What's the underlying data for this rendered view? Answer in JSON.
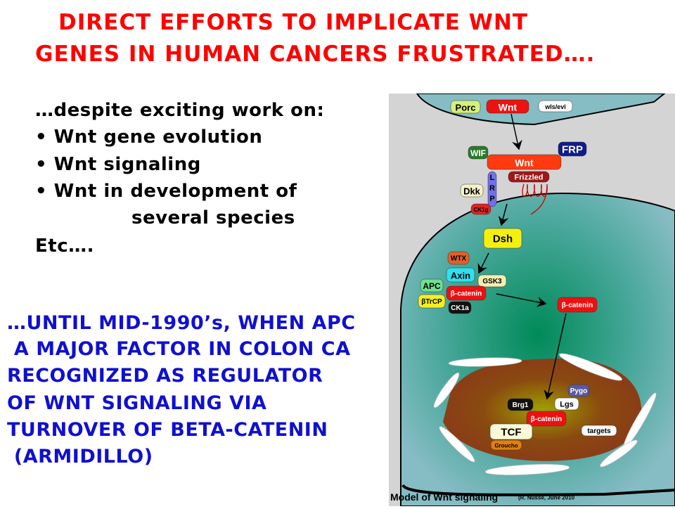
{
  "title": {
    "line1": "DIRECT EFFORTS TO IMPLICATE WNT",
    "line2": "GENES IN HUMAN CANCERS FRUSTRATED…."
  },
  "intro": {
    "lead": "…despite exciting work on:",
    "bullets": [
      "Wnt gene evolution",
      "Wnt signaling",
      "Wnt in development of"
    ],
    "bullet_continuation": "several species",
    "etc": "Etc…."
  },
  "conclusion": {
    "lines": [
      "…UNTIL MID-1990’s, WHEN APC",
      " A MAJOR FACTOR IN COLON CA",
      "RECOGNIZED AS REGULATOR",
      "OF WNT SIGNALING VIA",
      "TURNOVER OF BETA-CATENIN",
      " (ARMIDILLO)"
    ]
  },
  "diagram": {
    "labels": {
      "porc": "Porc",
      "wnt_source": "Wnt",
      "wls": "wls/evi",
      "wif": "WIF",
      "wnt": "Wnt",
      "frp": "FRP",
      "frizzled": "Frizzled",
      "lrp_l": "L",
      "lrp_r": "R",
      "lrp_p": "P",
      "dkk": "Dkk",
      "ck1g": "CK1g",
      "dsh": "Dsh",
      "wtx": "WTX",
      "axin": "Axin",
      "gsk3": "GSK3",
      "apc": "APC",
      "bcat_complex": "β-catenin",
      "btrcp": "βTrCP",
      "ck1a": "CK1a",
      "bcat_free": "β-catenin",
      "pygo": "Pygo",
      "brg1": "Brg1",
      "lgs": "Lgs",
      "bcat_nuc": "β-catenin",
      "tcf": "TCF",
      "groucho": "Groucho",
      "targets": "targets"
    },
    "caption_main": "Model of Wnt signaling",
    "caption_credit": "(R. Nusse, June 2010"
  },
  "colors": {
    "title": "#ff0000",
    "conclusion": "#1010d0"
  }
}
